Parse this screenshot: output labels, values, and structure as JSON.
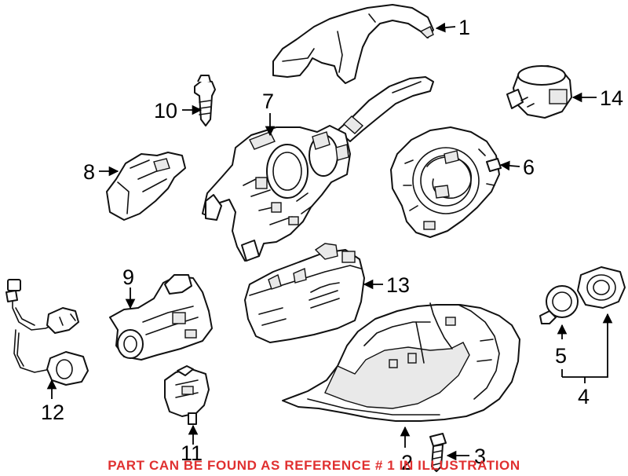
{
  "diagram": {
    "callouts": {
      "c1": "1",
      "c2": "2",
      "c3": "3",
      "c4": "4",
      "c5": "5",
      "c6": "6",
      "c7": "7",
      "c8": "8",
      "c9": "9",
      "c10": "10",
      "c11": "11",
      "c12": "12",
      "c13": "13",
      "c14": "14"
    },
    "footer_note": "PART CAN BE FOUND AS REFERENCE # 1 IN ILLUSTRATION",
    "colors": {
      "line_art": "#111111",
      "footer_note": "#e03030",
      "background": "#ffffff"
    }
  }
}
